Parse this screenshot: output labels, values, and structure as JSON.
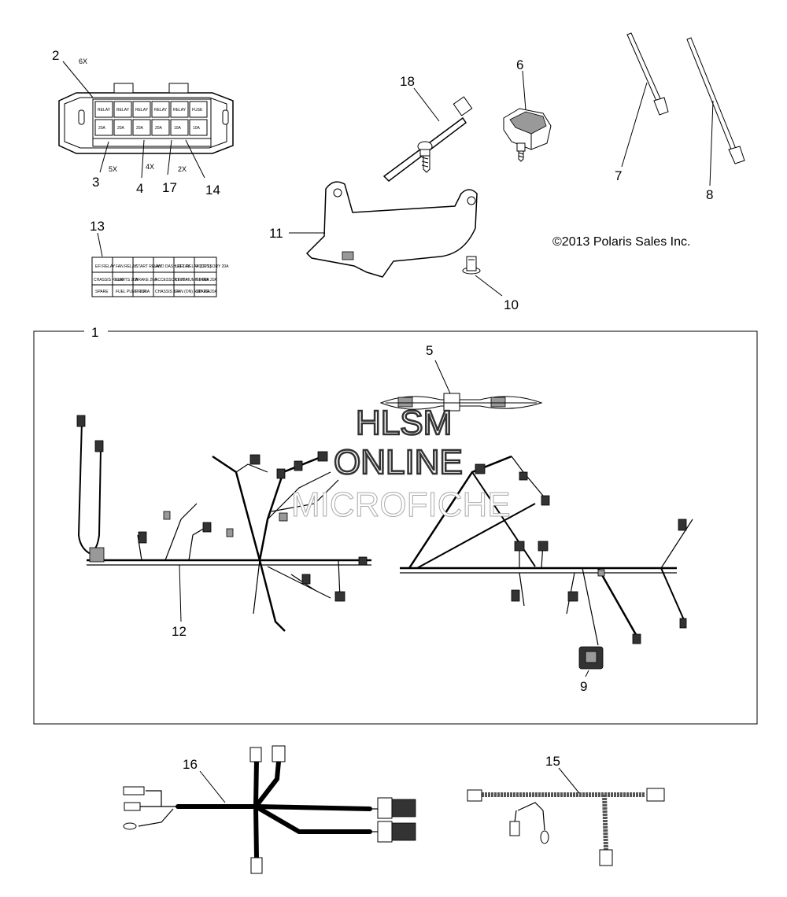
{
  "copyright": "©2013 Polaris Sales Inc.",
  "watermark": {
    "line1": "HLSM",
    "line2": "ONLINE",
    "line3": "MICROFICHE"
  },
  "callouts": {
    "c1": "1",
    "c2": "2",
    "c3": "3",
    "c4": "4",
    "c5": "5",
    "c6": "6",
    "c7": "7",
    "c8": "8",
    "c9": "9",
    "c10": "10",
    "c11": "11",
    "c12": "12",
    "c13": "13",
    "c14": "14",
    "c15": "15",
    "c16": "16",
    "c17": "17",
    "c18": "18"
  },
  "qty": {
    "q2": "6X",
    "q3": "5X",
    "q4": "4X",
    "q17": "2X"
  },
  "label_table": {
    "row1": [
      "EFI RELAY",
      "FAN RELAY",
      "START RELAY",
      "AWD DASH RELAY",
      "LEFT RELAY (OPT.)",
      "ACCESSORY 20A"
    ],
    "row2": [
      "CHASSIS RELAY",
      "LIGHTS 20A",
      "BRAKE 20A",
      "ACCESSORY 20A",
      "LEFT HUMP 1 20A",
      "SPARE 20A"
    ],
    "row3": [
      "SPARE",
      "FUEL PUMP 10A",
      "EFI 10A",
      "CHASSIS 10A",
      "FAN (ON) ADD 10A",
      "SPARE 20A"
    ]
  },
  "relay_labels": [
    "RELAY",
    "RELAY",
    "RELAY",
    "RELAY",
    "RELAY",
    "FUSE",
    "20A",
    "20A",
    "20A",
    "20A",
    "10A",
    "10A"
  ]
}
